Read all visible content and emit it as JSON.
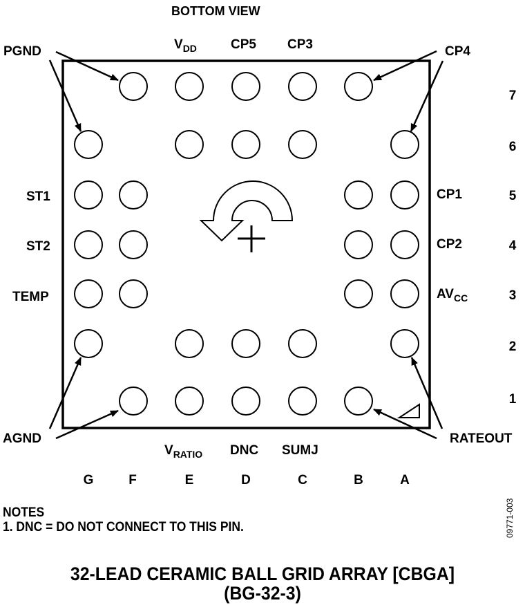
{
  "view_label": "BOTTOM VIEW",
  "package": {
    "title_line1": "32-LEAD CERAMIC BALL GRID ARRAY [CBGA]",
    "title_line2": "(BG-32-3)"
  },
  "figure_id": "09771-003",
  "notes": {
    "heading": "NOTES",
    "items": [
      "1. DNC = DO NOT CONNECT TO THIS PIN."
    ]
  },
  "columns": [
    "G",
    "F",
    "E",
    "D",
    "C",
    "B",
    "A"
  ],
  "rows": [
    "7",
    "6",
    "5",
    "4",
    "3",
    "2",
    "1"
  ],
  "pin_labels": {
    "top": [
      {
        "text": "V",
        "sub": "DD",
        "column": "E"
      },
      {
        "text": "CP5",
        "sub": "",
        "column": "D"
      },
      {
        "text": "CP3",
        "sub": "",
        "column": "C"
      }
    ],
    "left": [
      {
        "text": "ST1",
        "row": "5"
      },
      {
        "text": "ST2",
        "row": "4"
      },
      {
        "text": "TEMP",
        "row": "3"
      }
    ],
    "right": [
      {
        "text": "CP1",
        "sub": "",
        "row": "5"
      },
      {
        "text": "CP2",
        "sub": "",
        "row": "4"
      },
      {
        "text": "AV",
        "sub": "CC",
        "row": "3"
      }
    ],
    "bottom": [
      {
        "text": "V",
        "sub": "RATIO",
        "column": "E"
      },
      {
        "text": "DNC",
        "sub": "",
        "column": "D"
      },
      {
        "text": "SUMJ",
        "sub": "",
        "column": "C"
      }
    ],
    "callouts": [
      {
        "text": "PGND",
        "targets": [
          "F7",
          "G6"
        ]
      },
      {
        "text": "CP4",
        "targets": [
          "B7",
          "A6"
        ]
      },
      {
        "text": "AGND",
        "targets": [
          "G2",
          "F1"
        ]
      },
      {
        "text": "RATEOUT",
        "targets": [
          "A2",
          "B1"
        ]
      }
    ]
  },
  "balls": [
    "F7",
    "E7",
    "D7",
    "C7",
    "B7",
    "G6",
    "E6",
    "D6",
    "C6",
    "A6",
    "G5",
    "F5",
    "B5",
    "A5",
    "G4",
    "F4",
    "B4",
    "A4",
    "G3",
    "F3",
    "B3",
    "A3",
    "G2",
    "E2",
    "D2",
    "C2",
    "A2",
    "F1",
    "E1",
    "D1",
    "C1",
    "B1"
  ],
  "ball_count": 32,
  "symbols": [
    "rotation-arrow-icon",
    "crosshair-plus-icon",
    "pin1-triangle-marker-icon"
  ]
}
